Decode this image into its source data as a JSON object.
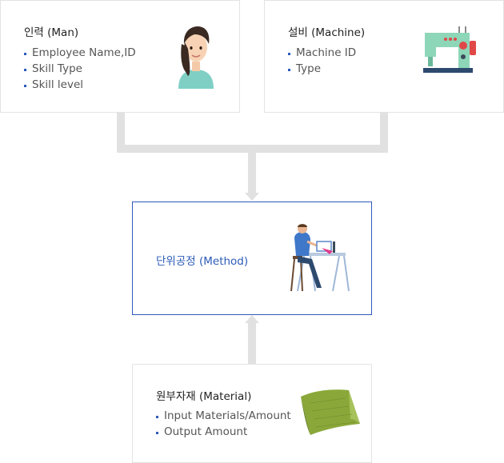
{
  "man": {
    "title": "인력 (Man)",
    "items": [
      "Employee Name,ID",
      "Skill Type",
      "Skill level"
    ]
  },
  "machine": {
    "title": "설비 (Machine)",
    "items": [
      "Machine ID",
      "Type"
    ]
  },
  "method": {
    "title": "단위공정 (Method)"
  },
  "material": {
    "title": "원부자재 (Material)",
    "items": [
      "Input Materials/Amount",
      "Output Amount"
    ]
  },
  "colors": {
    "accent": "#2c5bb8",
    "connector": "#e1e1e1",
    "border": "#e3e3e3"
  }
}
